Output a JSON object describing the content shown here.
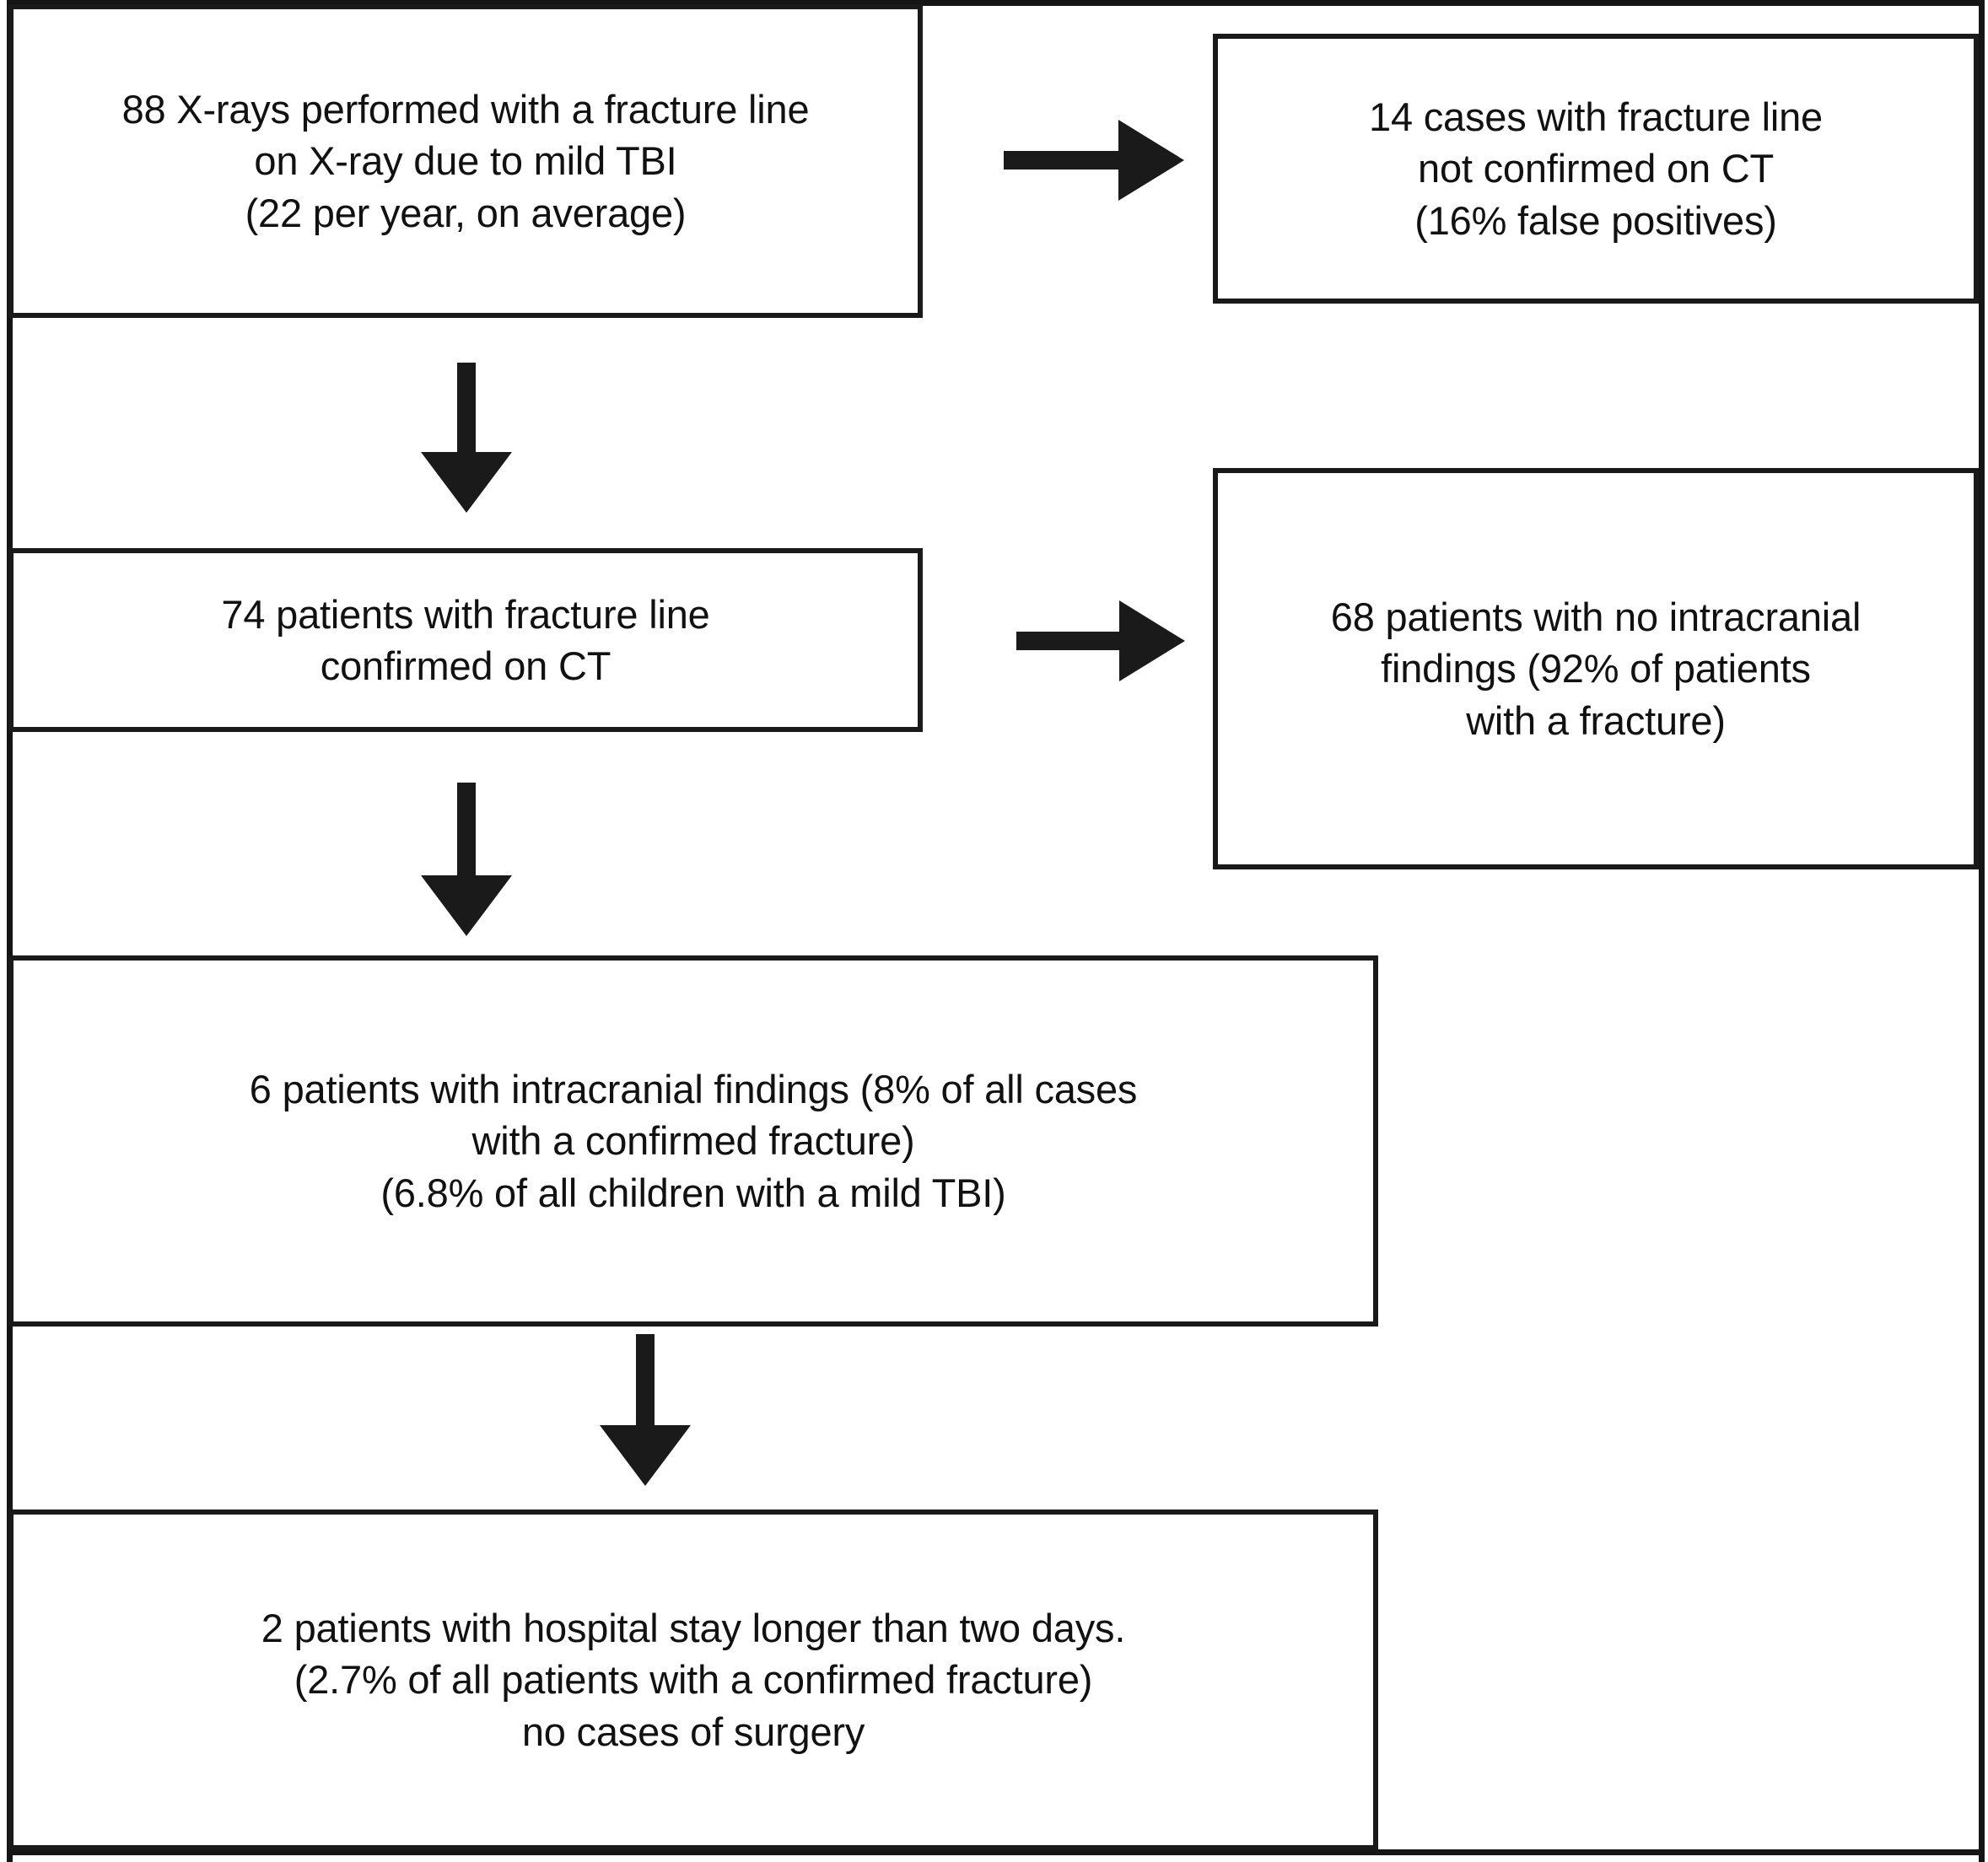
{
  "diagram": {
    "type": "flowchart",
    "title": "Pediatric mild TBI skull X-ray / CT outcome flowchart",
    "colors": {
      "line": "#1a1a1a",
      "background": "#ffffff",
      "text": "#111111"
    },
    "nodes": [
      {
        "id": "xrays",
        "name": "x-rays-performed",
        "text": "88 X-rays performed with a fracture line\non X-ray due to mild TBI\n(22 per year, on average)",
        "count": 88,
        "per_year": 22
      },
      {
        "id": "not_confirmed",
        "name": "cases-not-confirmed-on-ct",
        "text": "14 cases with fracture line\nnot confirmed on CT\n(16% false positives)",
        "count": 14,
        "percent": "16%"
      },
      {
        "id": "confirmed",
        "name": "patients-confirmed-on-ct",
        "text": "74 patients with fracture line\nconfirmed on CT",
        "count": 74
      },
      {
        "id": "no_findings",
        "name": "patients-no-intracranial-findings",
        "text": "68 patients with no intracranial\nfindings (92% of patients\nwith a fracture)",
        "count": 68,
        "percent": "92%"
      },
      {
        "id": "intracranial",
        "name": "patients-with-intracranial-findings",
        "text": "6 patients with intracranial findings (8% of all cases\nwith a confirmed fracture)\n(6.8% of all children with a mild TBI)",
        "count": 6,
        "percent_of_fractures": "8%",
        "percent_of_children": "6.8%"
      },
      {
        "id": "hospital_stay",
        "name": "patients-long-hospital-stay",
        "text": "2 patients with hospital stay longer than two days.\n(2.7% of all patients with a confirmed fracture)\nno cases of surgery",
        "count": 2,
        "percent": "2.7%"
      }
    ],
    "arrows": [
      {
        "id": "a1",
        "name": "arrow-xrays-to-not-confirmed",
        "direction": "right",
        "from": "xrays",
        "to": "not_confirmed"
      },
      {
        "id": "a2",
        "name": "arrow-xrays-to-confirmed",
        "direction": "down",
        "from": "xrays",
        "to": "confirmed"
      },
      {
        "id": "a3",
        "name": "arrow-confirmed-to-no-findings",
        "direction": "right",
        "from": "confirmed",
        "to": "no_findings"
      },
      {
        "id": "a4",
        "name": "arrow-confirmed-to-intracranial",
        "direction": "down",
        "from": "confirmed",
        "to": "intracranial"
      },
      {
        "id": "a5",
        "name": "arrow-intracranial-to-hospital-stay",
        "direction": "down",
        "from": "intracranial",
        "to": "hospital_stay"
      }
    ]
  }
}
